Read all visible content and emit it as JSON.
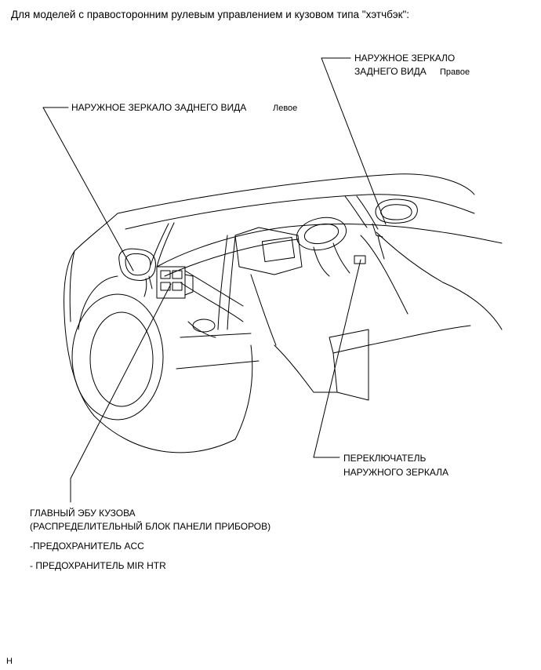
{
  "title": "Для моделей с правосторонним рулевым управлением и кузовом типа \"хэтчбэк\":",
  "labels": {
    "right_mirror": {
      "line1": "НАРУЖНОЕ ЗЕРКАЛО",
      "line2": "ЗАДНЕГО ВИДА",
      "side": "Правое"
    },
    "left_mirror": {
      "text": "НАРУЖНОЕ ЗЕРКАЛО ЗАДНЕГО ВИДА",
      "side": "Левое"
    },
    "mirror_switch": {
      "line1": "ПЕРЕКЛЮЧАТЕЛЬ",
      "line2": "НАРУЖНОГО ЗЕРКАЛА"
    },
    "body_ecu": {
      "line1": "ГЛАВНЫЙ ЭБУ КУЗОВА",
      "line2": "(РАСПРЕДЕЛИТЕЛЬНЫЙ БЛОК ПАНЕЛИ ПРИБОРОВ)",
      "fuse1": "-ПРЕДОХРАНИТЕЛЬ ACC",
      "fuse2": "- ПРЕДОХРАНИТЕЛЬ MIR HTR"
    }
  },
  "footer_code": "H"
}
